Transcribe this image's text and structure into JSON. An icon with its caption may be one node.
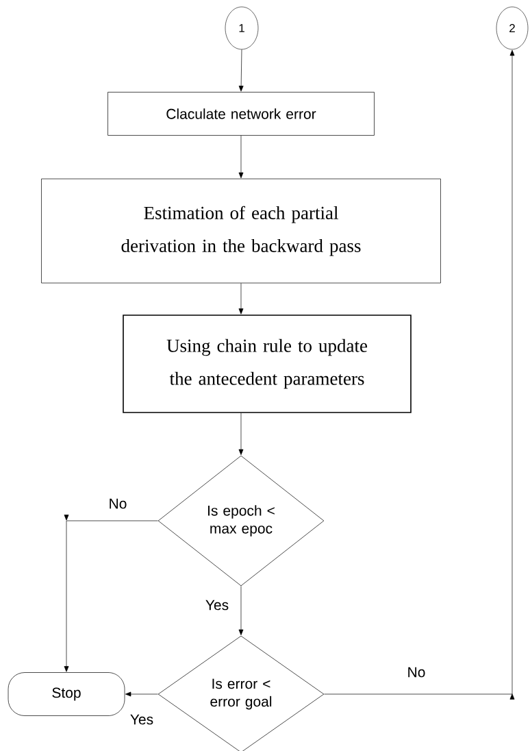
{
  "diagram": {
    "nodes": [
      {
        "text": [
          "1"
        ]
      },
      {
        "text": [
          "2"
        ]
      },
      {
        "text": [
          "Claculate network error"
        ]
      },
      {
        "text": [
          "Estimation of each partial derivation in the backward pass"
        ]
      },
      {
        "text": [
          "Using chain rule to update the antecedent parameters"
        ]
      },
      {
        "text": [
          "Is epoch < max epoc"
        ]
      },
      {
        "text": [
          "Is error < error goal"
        ]
      },
      {
        "text": [
          "Stop"
        ]
      }
    ],
    "edges": [
      {
        "from": 0,
        "to": 2,
        "arrow": "to"
      },
      {
        "from": 2,
        "to": 3,
        "arrow": "to"
      },
      {
        "from": 3,
        "to": 4,
        "arrow": "to"
      },
      {
        "from": 4,
        "to": 5,
        "arrow": "to"
      },
      {
        "from": 5,
        "to": 6,
        "arrow": "to",
        "label": "Yes"
      },
      {
        "from": 5,
        "to": 7,
        "arrow": "to",
        "label": "No"
      },
      {
        "from": 6,
        "to": 7,
        "arrow": "to",
        "label": "Yes"
      },
      {
        "from": 6,
        "to": 1,
        "arrow": "to",
        "label": "No"
      }
    ]
  }
}
